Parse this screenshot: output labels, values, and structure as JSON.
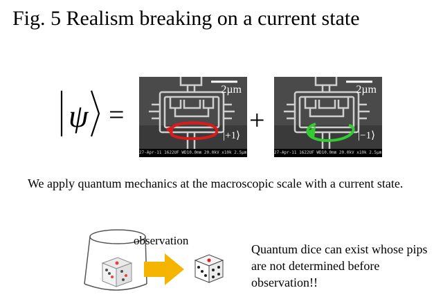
{
  "title": "Fig. 5 Realism breaking on a current state",
  "equation": {
    "lhs": "ψ",
    "equals": "=",
    "plus": "+"
  },
  "images": [
    {
      "scale_bar": "2µm",
      "state": "|+1⟩",
      "arrow_color": "#dd1a1a",
      "info_bar": "27-Apr-11      1622UF WD10.0mm 20.0kV x10k  2.5µm"
    },
    {
      "scale_bar": "2µm",
      "state": "|−1⟩",
      "arrow_color": "#33cc33",
      "info_bar": "27-Apr-11      1622UF WD10.0mm 20.0kV x10k  2.5µm"
    }
  ],
  "paragraph": "We apply quantum mechanics at the macroscopic scale with a current state.",
  "observation_label": "observation",
  "dice_text": "Quantum dice can exist whose pips are not determined before observation!!",
  "colors": {
    "arrow_yellow": "#f5b400"
  }
}
